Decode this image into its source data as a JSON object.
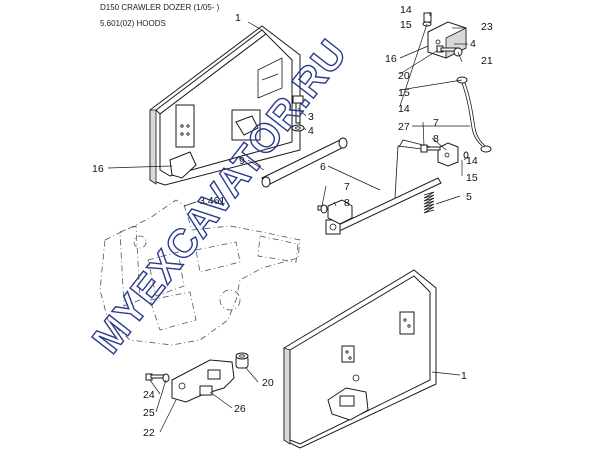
{
  "header": {
    "line1": "D150 CRAWLER DOZER (1/05- )",
    "line2": "5.601(02) HOODS"
  },
  "watermark": "MYEXCAVATOR.RU",
  "callouts": [
    "1",
    "14",
    "15",
    "23",
    "16",
    "4",
    "21",
    "20",
    "15",
    "14",
    "27",
    "3",
    "4",
    "7",
    "8",
    "9",
    "6",
    "14",
    "15",
    "16",
    "7",
    "8",
    "5",
    "3.461",
    "24",
    "20",
    "25",
    "26",
    "22",
    "1"
  ],
  "colors": {
    "line": "#1a1a1a",
    "watermark": "#2a3b8c"
  }
}
